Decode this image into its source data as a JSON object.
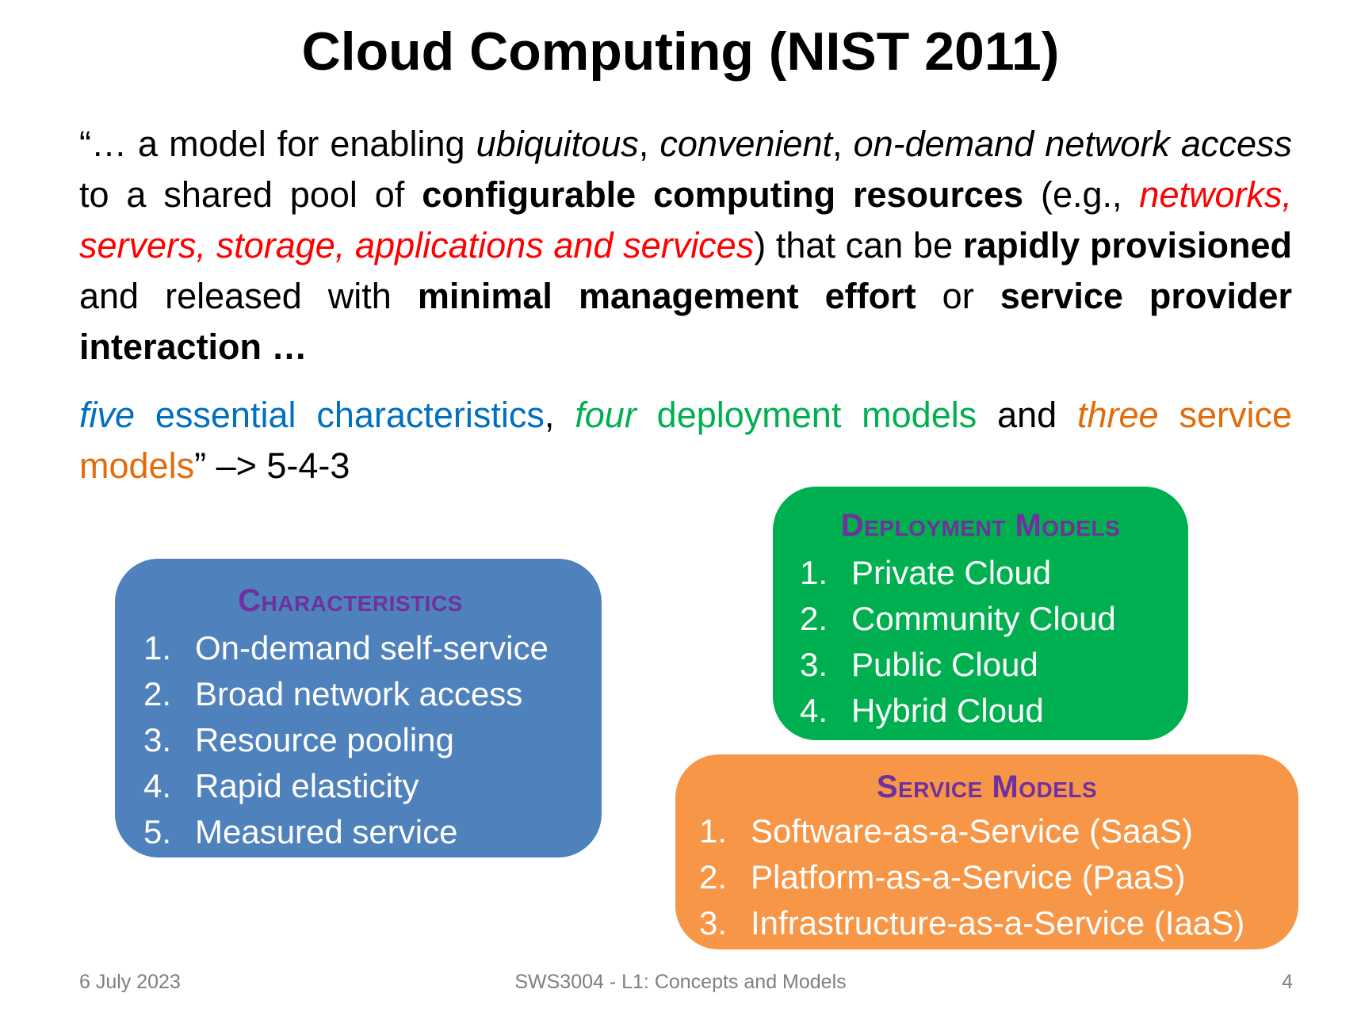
{
  "title": "Cloud Computing (NIST 2011)",
  "quote": {
    "s1": "“… a model for enabling ",
    "s2": "ubiquitous",
    "s3": ", ",
    "s4": "convenient",
    "s5": ", ",
    "s6": "on-demand network access",
    "s7": " to a shared pool of ",
    "s8": "configurable computing resources",
    "s9": " (e.g., ",
    "s10": "networks, servers, storage, applications and services",
    "s11": ") that can be ",
    "s12": "rapidly provisioned",
    "s13": " and released with ",
    "s14": "minimal management effort",
    "s15": " or ",
    "s16": "service provider interaction …"
  },
  "summary": {
    "s1": "five",
    "s2": " essential characteristics",
    "s3": ", ",
    "s4": "four",
    "s5": " deployment models",
    "s6": " and ",
    "s7": "three",
    "s8": " service models",
    "s9": "” –> 5-4-3"
  },
  "characteristics": {
    "heading": "Characteristics",
    "items": [
      {
        "num": "1.",
        "label": "On-demand self-service"
      },
      {
        "num": "2.",
        "label": "Broad network access"
      },
      {
        "num": "3.",
        "label": "Resource pooling"
      },
      {
        "num": "4.",
        "label": "Rapid elasticity"
      },
      {
        "num": "5.",
        "label": "Measured service"
      }
    ]
  },
  "deployment": {
    "heading": "Deployment Models",
    "items": [
      {
        "num": "1.",
        "label": "Private Cloud"
      },
      {
        "num": "2.",
        "label": "Community Cloud"
      },
      {
        "num": "3.",
        "label": "Public Cloud"
      },
      {
        "num": "4.",
        "label": "Hybrid Cloud"
      }
    ]
  },
  "service": {
    "heading": "Service Models",
    "items": [
      {
        "num": "1.",
        "label": "Software-as-a-Service (SaaS)"
      },
      {
        "num": "2.",
        "label": "Platform-as-a-Service (PaaS)"
      },
      {
        "num": "3.",
        "label": "Infrastructure-as-a-Service (IaaS)"
      }
    ]
  },
  "footer": {
    "date": "6 July 2023",
    "course": "SWS3004 - L1: Concepts and Models",
    "page": "4"
  },
  "colors": {
    "characteristics_box": "#4f81bd",
    "deployment_box": "#00b050",
    "service_box": "#f79646",
    "box_heading": "#7030a0",
    "highlight_red": "#ff0000",
    "highlight_blue": "#0070c0",
    "highlight_green": "#00b050",
    "highlight_orange": "#e36c09"
  }
}
